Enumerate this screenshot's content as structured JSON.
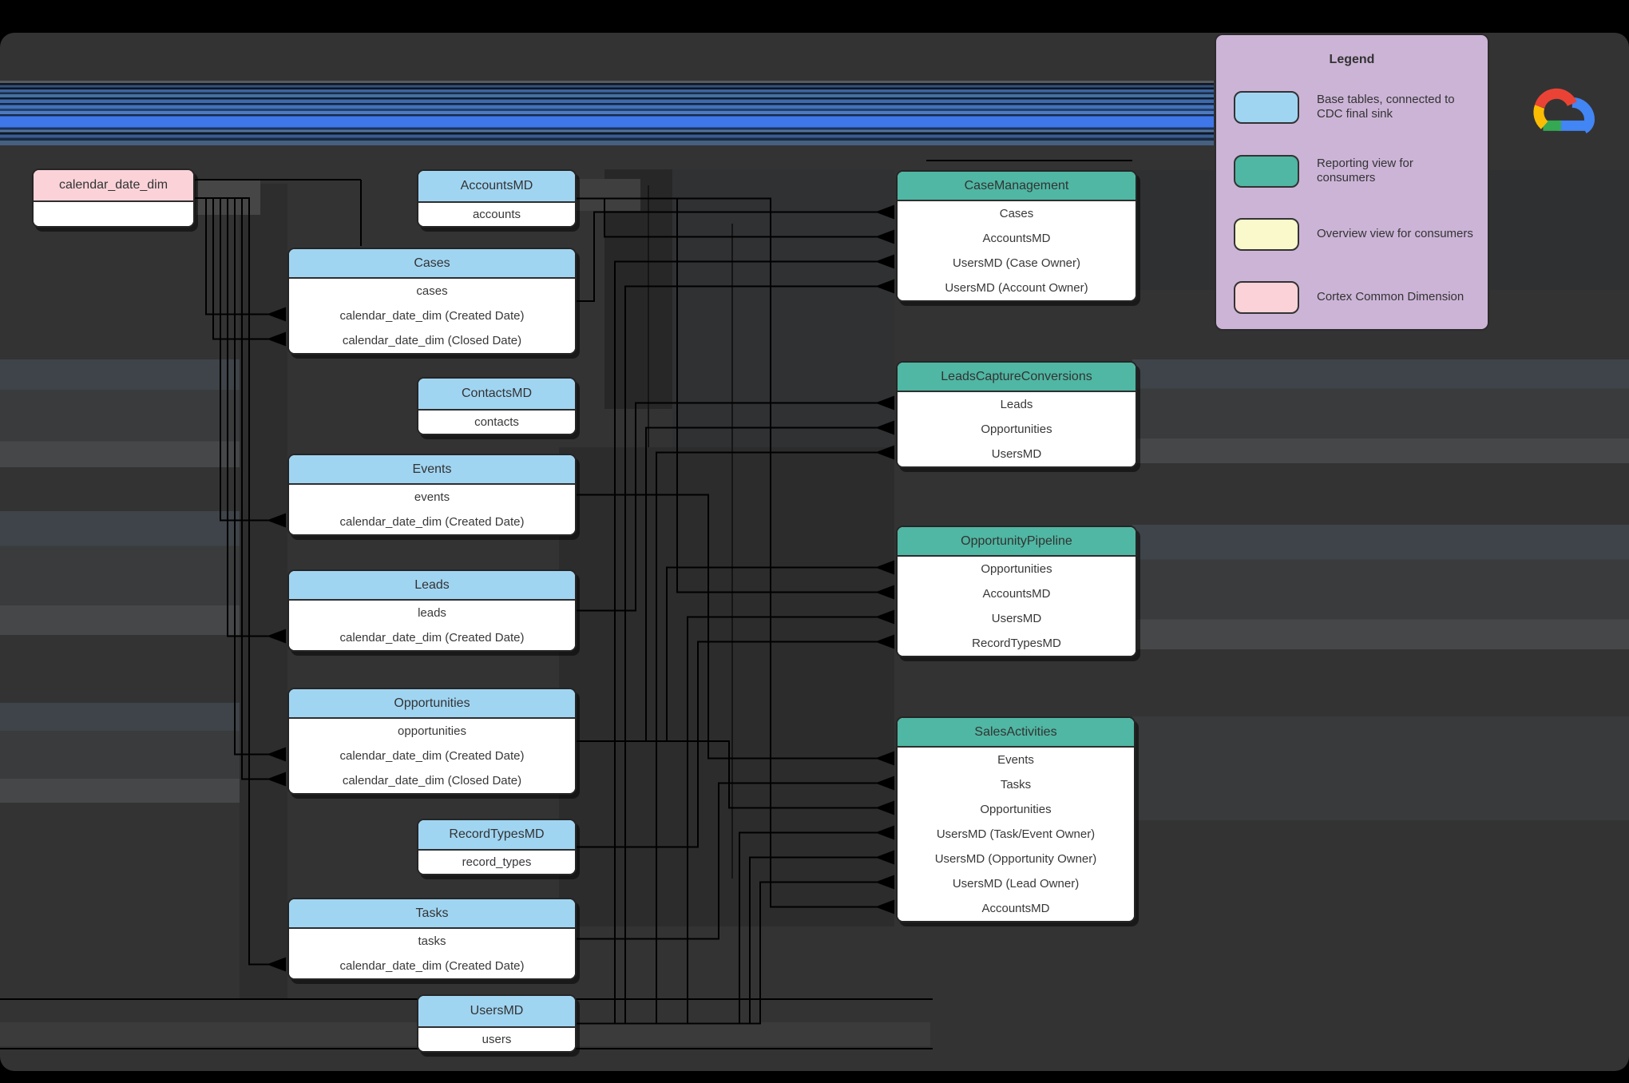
{
  "legend": {
    "title": "Legend",
    "items": [
      {
        "label": "Base tables, connected to CDC final sink",
        "color": "#a0d5f2"
      },
      {
        "label": "Reporting view for consumers",
        "color": "#4fb7a3"
      },
      {
        "label": "Overview view for consumers",
        "color": "#f9f9cc"
      },
      {
        "label": "Cortex Common Dimension",
        "color": "#fad2d8"
      }
    ]
  },
  "icons": {
    "logo": "google-cloud-logo"
  },
  "colors": {
    "background": "#333333",
    "top_bar": "#000000",
    "base_table_header": "#a0d5f2",
    "reporting_view_header": "#4fb7a3",
    "overview_view": "#f9f9cc",
    "common_dimension_header": "#fad2d8",
    "legend_background": "#ccb4d7",
    "table_body": "#ffffff",
    "connector": "#000000",
    "banner_blue": "#3f76e8"
  },
  "tables": [
    {
      "id": "calendar_date_dim",
      "type": "dimension",
      "title": "calendar_date_dim",
      "rows": []
    },
    {
      "id": "accounts_md",
      "type": "base",
      "title": "AccountsMD",
      "rows": [
        "accounts"
      ]
    },
    {
      "id": "cases",
      "type": "base",
      "title": "Cases",
      "rows": [
        "cases",
        "calendar_date_dim (Created Date)",
        "calendar_date_dim (Closed Date)"
      ]
    },
    {
      "id": "contacts_md",
      "type": "base",
      "title": "ContactsMD",
      "rows": [
        "contacts"
      ]
    },
    {
      "id": "events",
      "type": "base",
      "title": "Events",
      "rows": [
        "events",
        "calendar_date_dim (Created Date)"
      ]
    },
    {
      "id": "leads",
      "type": "base",
      "title": "Leads",
      "rows": [
        "leads",
        "calendar_date_dim (Created Date)"
      ]
    },
    {
      "id": "opportunities",
      "type": "base",
      "title": "Opportunities",
      "rows": [
        "opportunities",
        "calendar_date_dim (Created Date)",
        "calendar_date_dim (Closed Date)"
      ]
    },
    {
      "id": "record_types_md",
      "type": "base",
      "title": "RecordTypesMD",
      "rows": [
        "record_types"
      ]
    },
    {
      "id": "tasks",
      "type": "base",
      "title": "Tasks",
      "rows": [
        "tasks",
        "calendar_date_dim (Created Date)"
      ]
    },
    {
      "id": "users_md",
      "type": "base",
      "title": "UsersMD",
      "rows": [
        "users"
      ]
    },
    {
      "id": "case_management",
      "type": "reporting",
      "title": "CaseManagement",
      "rows": [
        "Cases",
        "AccountsMD",
        "UsersMD (Case Owner)",
        "UsersMD (Account Owner)"
      ]
    },
    {
      "id": "leads_capture_conversions",
      "type": "reporting",
      "title": "LeadsCaptureConversions",
      "rows": [
        "Leads",
        "Opportunities",
        "UsersMD"
      ]
    },
    {
      "id": "opportunity_pipeline",
      "type": "reporting",
      "title": "OpportunityPipeline",
      "rows": [
        "Opportunities",
        "AccountsMD",
        "UsersMD",
        "RecordTypesMD"
      ]
    },
    {
      "id": "sales_activities",
      "type": "reporting",
      "title": "SalesActivities",
      "rows": [
        "Events",
        "Tasks",
        "Opportunities",
        "UsersMD (Task/Event Owner)",
        "UsersMD (Opportunity Owner)",
        "UsersMD (Lead Owner)",
        "AccountsMD"
      ]
    }
  ],
  "connections": [
    {
      "from": "calendar_date_dim",
      "to": "cases",
      "to_row": 1
    },
    {
      "from": "calendar_date_dim",
      "to": "cases",
      "to_row": 2
    },
    {
      "from": "calendar_date_dim",
      "to": "events",
      "to_row": 1
    },
    {
      "from": "calendar_date_dim",
      "to": "leads",
      "to_row": 1
    },
    {
      "from": "calendar_date_dim",
      "to": "opportunities",
      "to_row": 1
    },
    {
      "from": "calendar_date_dim",
      "to": "opportunities",
      "to_row": 2
    },
    {
      "from": "calendar_date_dim",
      "to": "tasks",
      "to_row": 1
    },
    {
      "from": "cases",
      "to": "case_management",
      "to_row": 0
    },
    {
      "from": "accounts_md",
      "to": "case_management",
      "to_row": 1
    },
    {
      "from": "users_md",
      "to": "case_management",
      "to_row": 2
    },
    {
      "from": "users_md",
      "to": "case_management",
      "to_row": 3
    },
    {
      "from": "leads",
      "to": "leads_capture_conversions",
      "to_row": 0
    },
    {
      "from": "opportunities",
      "to": "leads_capture_conversions",
      "to_row": 1
    },
    {
      "from": "users_md",
      "to": "leads_capture_conversions",
      "to_row": 2
    },
    {
      "from": "opportunities",
      "to": "opportunity_pipeline",
      "to_row": 0
    },
    {
      "from": "accounts_md",
      "to": "opportunity_pipeline",
      "to_row": 1
    },
    {
      "from": "users_md",
      "to": "opportunity_pipeline",
      "to_row": 2
    },
    {
      "from": "record_types_md",
      "to": "opportunity_pipeline",
      "to_row": 3
    },
    {
      "from": "events",
      "to": "sales_activities",
      "to_row": 0
    },
    {
      "from": "tasks",
      "to": "sales_activities",
      "to_row": 1
    },
    {
      "from": "opportunities",
      "to": "sales_activities",
      "to_row": 2
    },
    {
      "from": "users_md",
      "to": "sales_activities",
      "to_row": 3
    },
    {
      "from": "users_md",
      "to": "sales_activities",
      "to_row": 4
    },
    {
      "from": "users_md",
      "to": "sales_activities",
      "to_row": 5
    },
    {
      "from": "accounts_md",
      "to": "sales_activities",
      "to_row": 6
    }
  ]
}
